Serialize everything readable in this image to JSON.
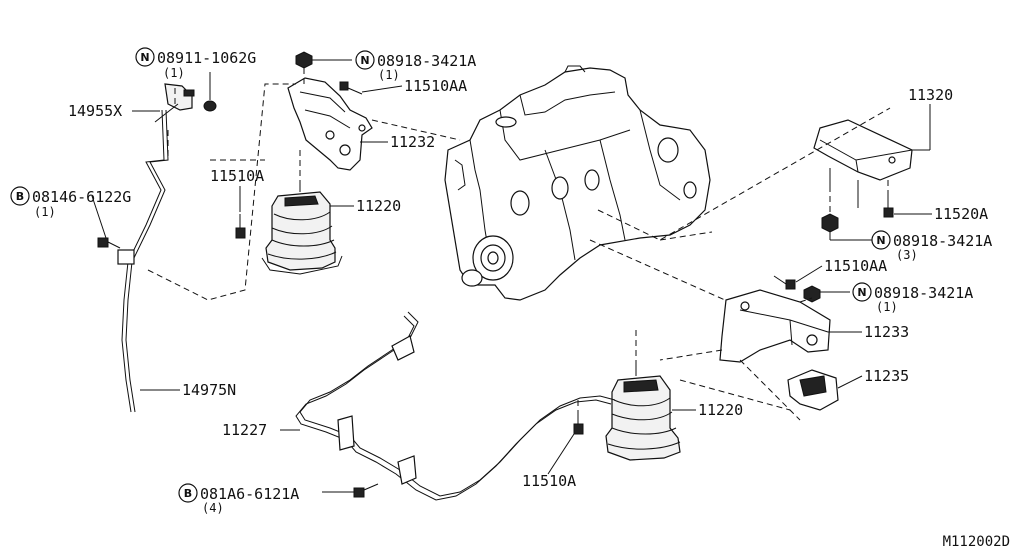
{
  "labels": {
    "l1": {
      "badge": "N",
      "code": "08911-1062G",
      "qty": "(1)"
    },
    "l2": {
      "badge": "N",
      "code": "08918-3421A",
      "qty": "(1)"
    },
    "l3": {
      "code": "11510AA"
    },
    "l4": {
      "code": "14955X"
    },
    "l5": {
      "code": "11232"
    },
    "l6": {
      "code": "11510A"
    },
    "l7": {
      "badge": "B",
      "code": "08146-6122G",
      "qty": "(1)"
    },
    "l8": {
      "code": "11220"
    },
    "l9": {
      "code": "14975N"
    },
    "l10": {
      "code": "11320"
    },
    "l11": {
      "code": "11520A"
    },
    "l12": {
      "badge": "N",
      "code": "08918-3421A",
      "qty": "(3)"
    },
    "l13": {
      "code": "11510AA"
    },
    "l14": {
      "badge": "N",
      "code": "08918-3421A",
      "qty": "(1)"
    },
    "l15": {
      "code": "11233"
    },
    "l16": {
      "code": "11235"
    },
    "l17": {
      "code": "11220"
    },
    "l18": {
      "code": "11227"
    },
    "l19": {
      "code": "11510A"
    },
    "l20": {
      "badge": "B",
      "code": "081A6-6121A",
      "qty": "(4)"
    }
  },
  "figure_ref": "M112002D"
}
